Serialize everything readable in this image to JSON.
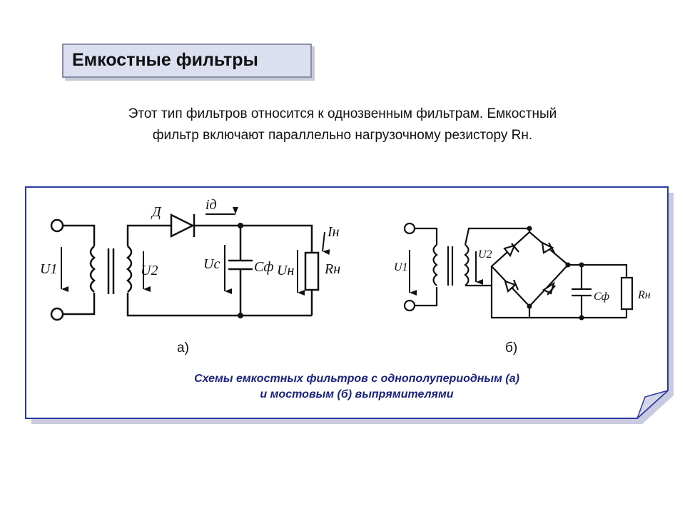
{
  "title": "Емкостные фильтры",
  "intro": {
    "line1": "Этот тип фильтров относится к однозвенным фильтрам. Емкостный",
    "line2": "фильтр включают параллельно нагрузочному резистору Rн."
  },
  "figure": {
    "circuit_a": {
      "label_u1": "U1",
      "label_u2": "U2",
      "label_d": "Д",
      "label_id": "iд",
      "label_in": "Iн",
      "label_uc": "Uс",
      "label_cf": "Cф",
      "label_un": "Uн",
      "label_rn": "Rн"
    },
    "circuit_b": {
      "label_u1": "U1",
      "label_u2": "U2",
      "label_cf": "Cф",
      "label_rn": "Rн"
    },
    "label_a": "а)",
    "label_b": "б)",
    "caption_line1": "Схемы емкостных фильтров с однополупериодным (а)",
    "caption_line2": "и мостовым (б) выпрямителями"
  },
  "colors": {
    "frame_border": "#2b3aa0",
    "caption_text": "#1a237e",
    "title_fill": "#dcdff0"
  }
}
